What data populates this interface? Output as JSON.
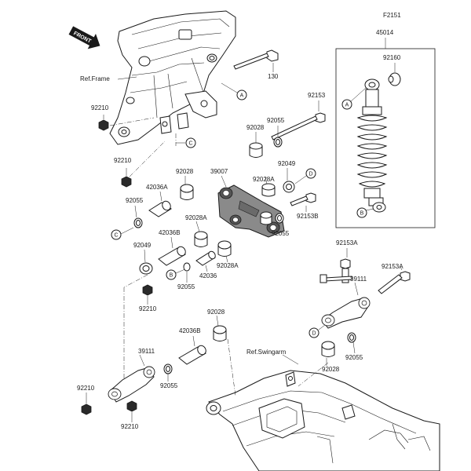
{
  "figure_code": "F2151",
  "front_label": "FRONT",
  "refs": {
    "frame": "Ref.Frame",
    "swingarm": "Ref.Swingarm"
  },
  "parts": {
    "p45014": "45014",
    "p92160": "92160",
    "p130": "130",
    "p92153": "92153",
    "p92210_a": "92210",
    "p92210_b": "92210",
    "p92210_c": "92210",
    "p92210_d": "92210",
    "p92210_e": "92210",
    "p92028_a": "92028",
    "p92055_a": "92055",
    "p39007": "39007",
    "p92028_b": "92028",
    "p92028A_a": "92028A",
    "p92049_a": "92049",
    "p42036A": "42036A",
    "p92055_b": "92055",
    "p92028A_b": "92028A",
    "p92153B": "92153B",
    "p42036B_a": "42036B",
    "p92055_c": "92055",
    "p92049_b": "92049",
    "p42036": "42036",
    "p92028A_c": "92028A",
    "p92055_d": "92055",
    "p92153A_a": "92153A",
    "p92153A_b": "92153A",
    "p39111_a": "39111",
    "p92028_c": "92028",
    "p42036B_b": "42036B",
    "p39111_b": "39111",
    "p92055_e": "92055",
    "p92028_d": "92028",
    "p92055_f": "92055"
  },
  "callouts": {
    "A": "A",
    "B": "B",
    "C": "C",
    "D": "D"
  }
}
